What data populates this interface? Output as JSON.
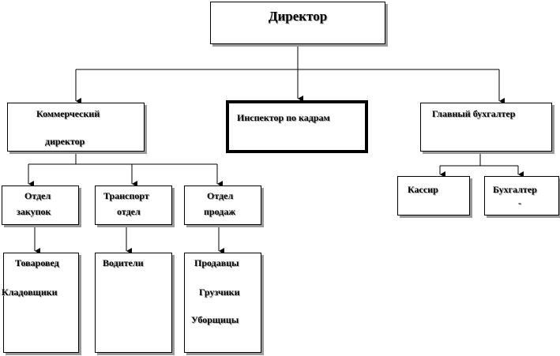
{
  "org_chart": {
    "director": "Директор",
    "commercial_director": {
      "line1": "Коммерческий",
      "line2": "директор"
    },
    "hr_inspector": "Инспектор по кадрам",
    "chief_accountant": "Главный бухгалтер",
    "cashier": "Кассир",
    "accountant": {
      "line1": "Бухгалтер",
      "line2": "-"
    },
    "purchasing_dept": {
      "line1": "Отдел",
      "line2": "закупок"
    },
    "transport_dept": {
      "line1": "Транспорт",
      "line2": "отдел"
    },
    "sales_dept": {
      "line1": "Отдел",
      "line2": "продаж"
    },
    "purchasing_staff": {
      "line1": "Товаровед",
      "line2": "Кладовщики"
    },
    "transport_staff": "Водители",
    "sales_staff": {
      "line1": "Продавцы",
      "line2": "Грузчики",
      "line3": "Уборщицы"
    }
  },
  "colors": {
    "line": "#000000",
    "shadow": "#9a9a9a",
    "background": "#ffffff"
  }
}
